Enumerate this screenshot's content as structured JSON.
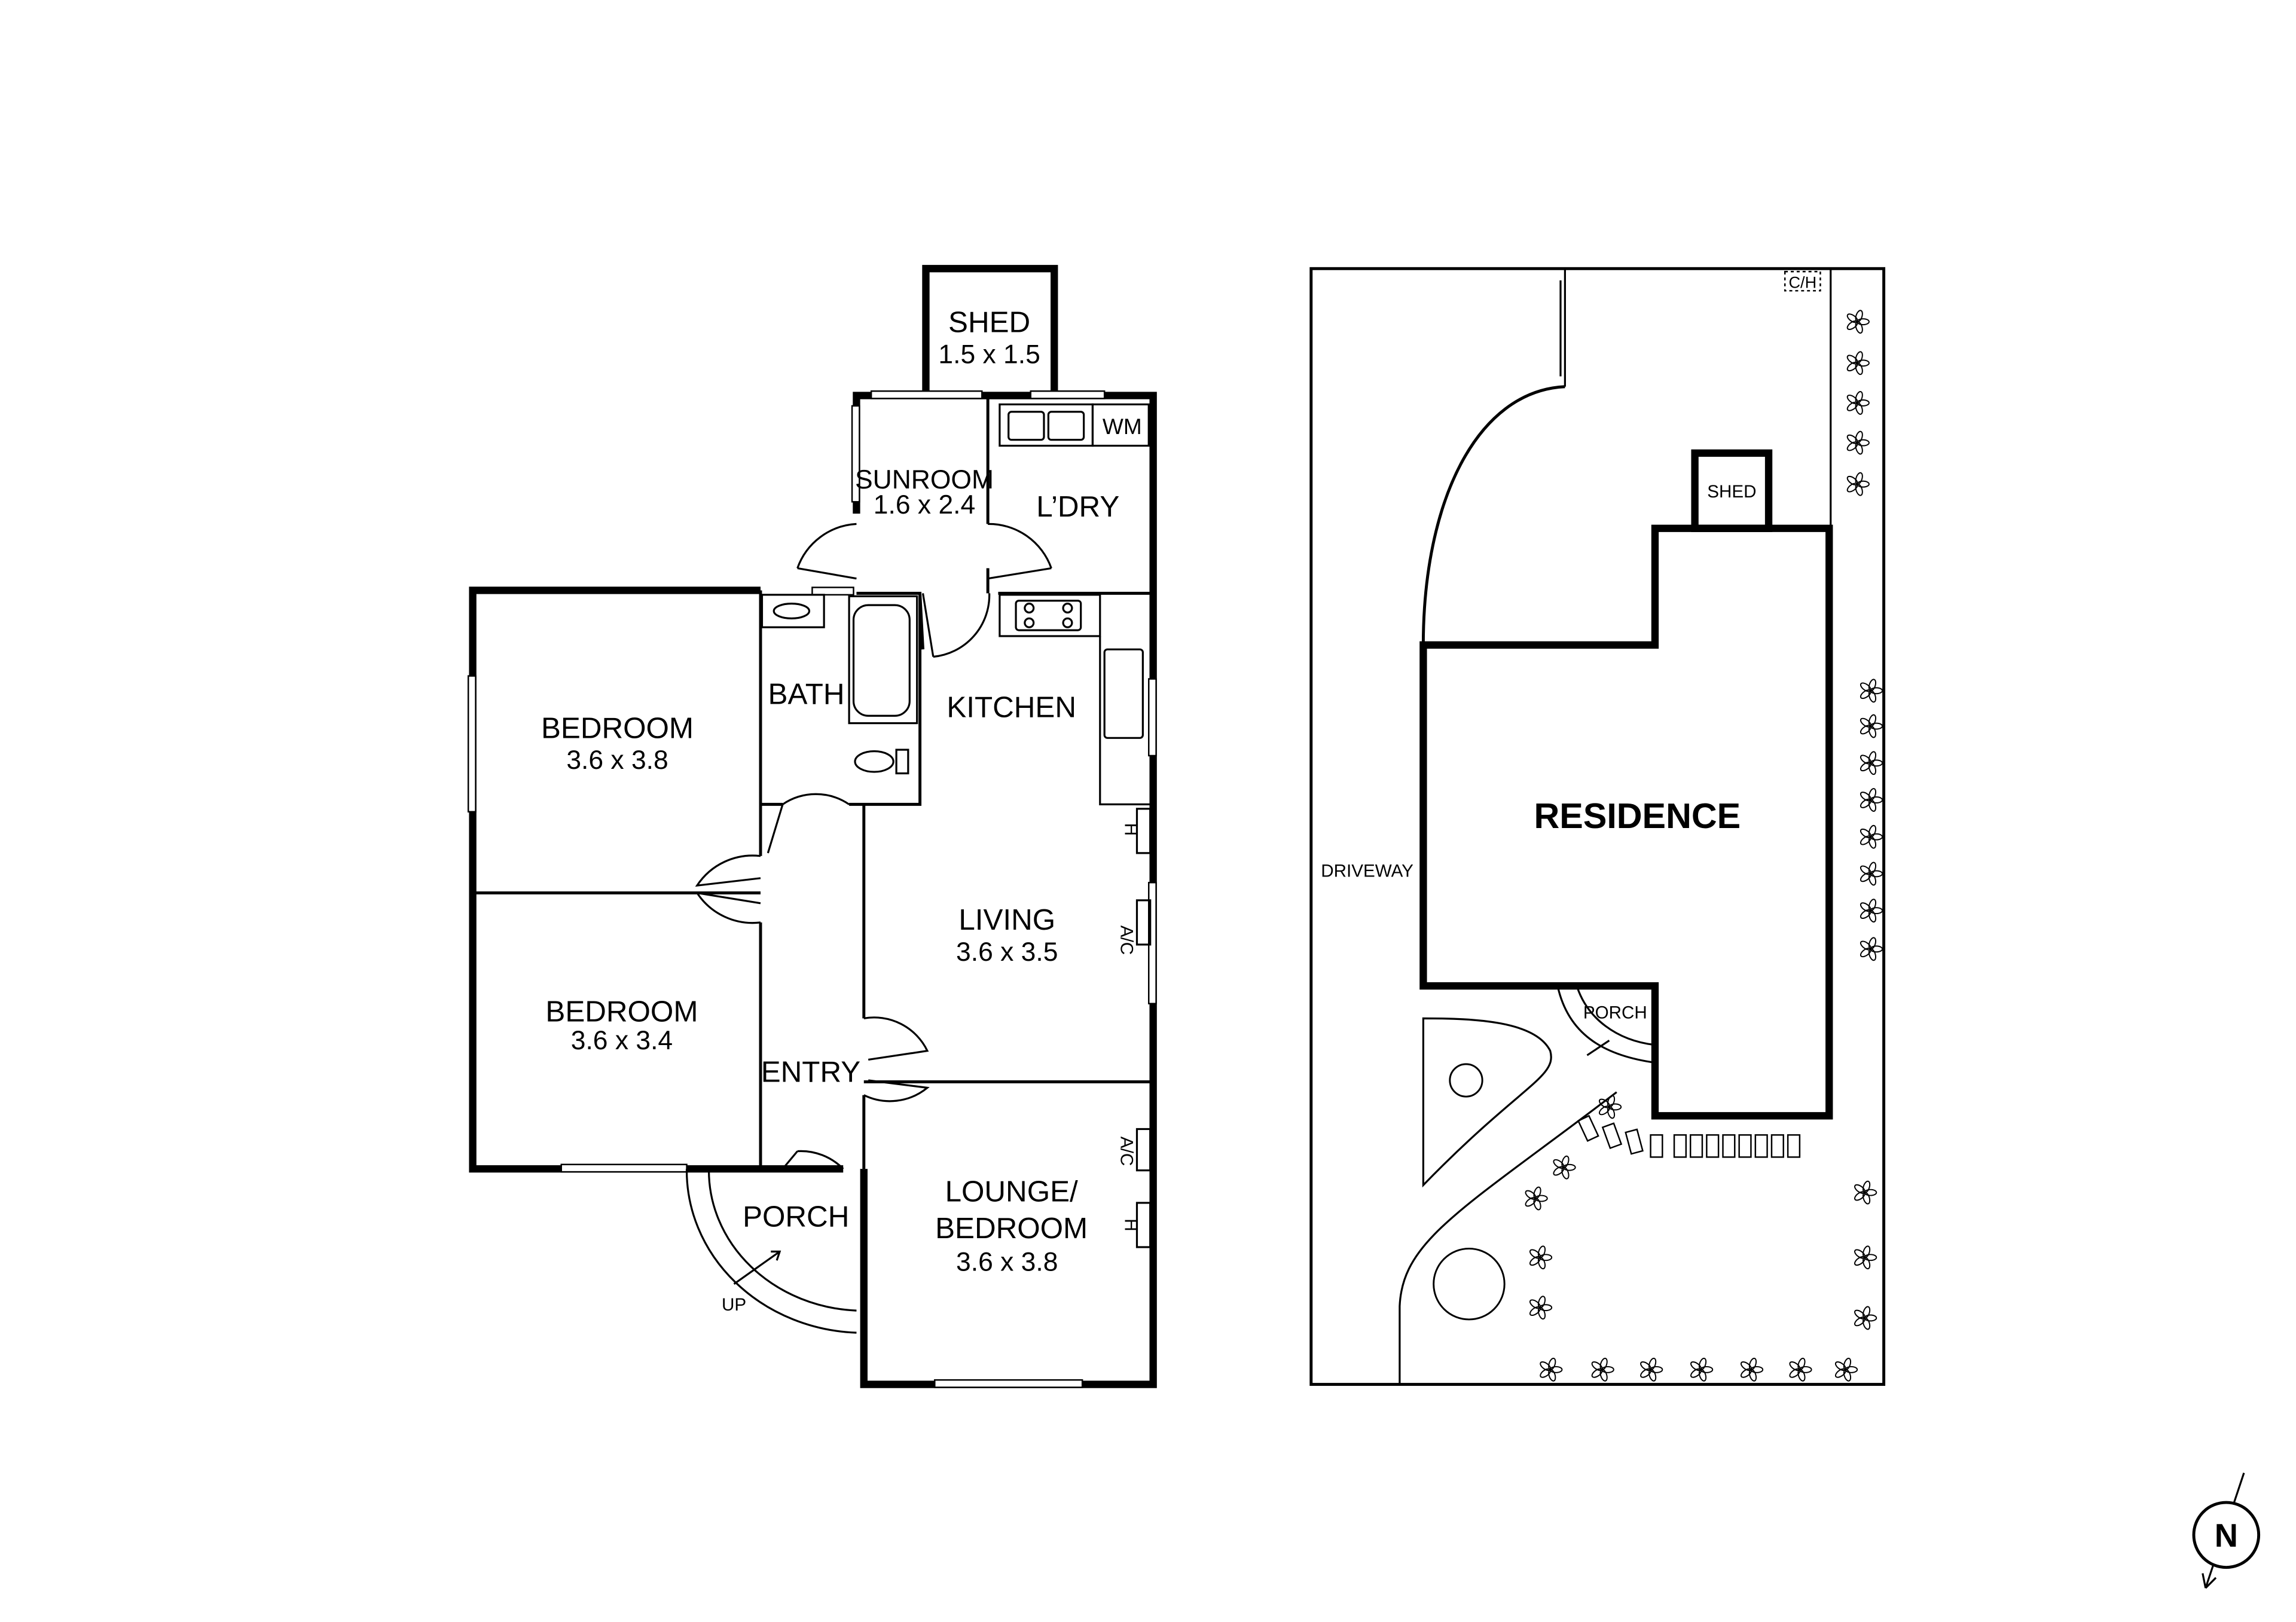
{
  "floor_plan": {
    "shed": {
      "name": "SHED",
      "size": "1.5 x 1.5"
    },
    "sunroom": {
      "name": "SUNROOM",
      "size": "1.6 x 2.4"
    },
    "laundry": {
      "name": "L’DRY",
      "wm": "WM"
    },
    "bedroom1": {
      "name": "BEDROOM",
      "size": "3.6 x 3.8"
    },
    "bath": {
      "name": "BATH"
    },
    "kitchen": {
      "name": "KITCHEN"
    },
    "bedroom2": {
      "name": "BEDROOM",
      "size": "3.6 x 3.4"
    },
    "living": {
      "name": "LIVING",
      "size": "3.6 x 3.5",
      "heater": "H",
      "ac": "A/C"
    },
    "entry": {
      "name": "ENTRY"
    },
    "lounge": {
      "name_line1": "LOUNGE/",
      "name_line2": "BEDROOM",
      "size": "3.6 x 3.8",
      "heater": "H",
      "ac": "A/C"
    },
    "porch": {
      "name": "PORCH",
      "up": "UP"
    }
  },
  "site_plan": {
    "ch": "C/H",
    "shed": "SHED",
    "residence": "RESIDENCE",
    "driveway": "DRIVEWAY",
    "porch": "PORCH"
  },
  "compass": {
    "label": "N"
  }
}
